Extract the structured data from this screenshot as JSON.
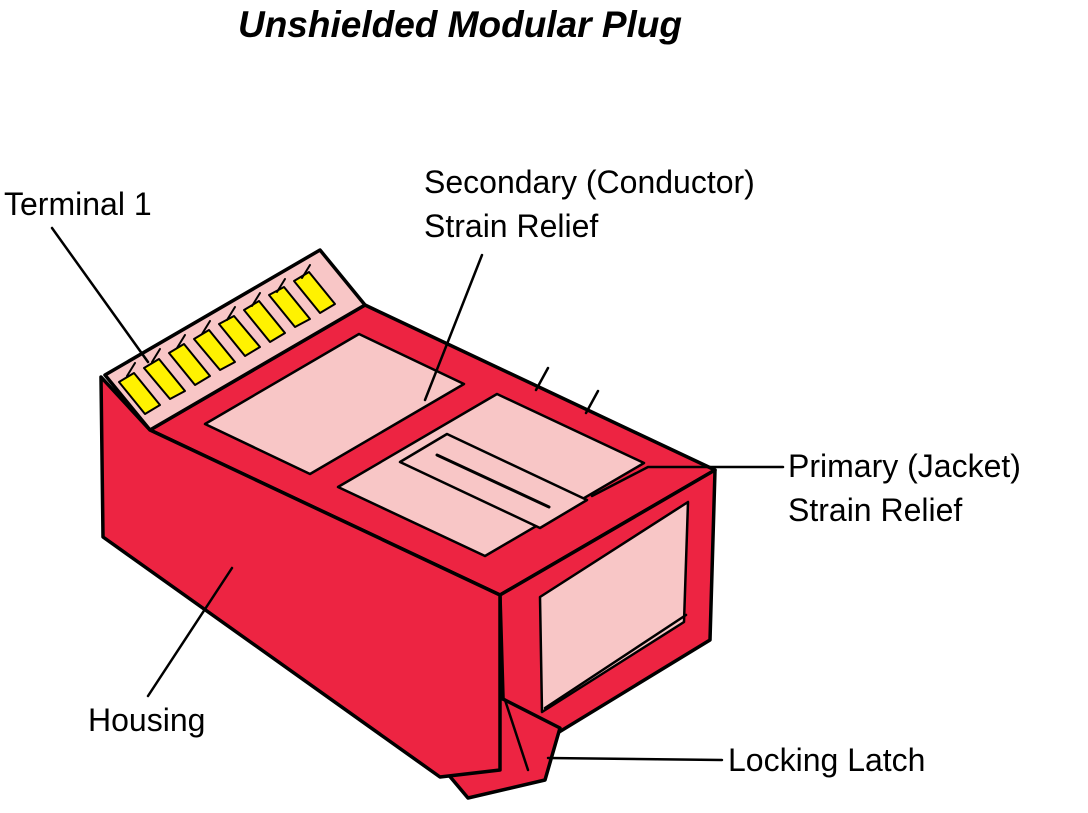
{
  "title": "Unshielded Modular Plug",
  "labels": {
    "terminal": "Terminal 1",
    "secondary": "Secondary (Conductor)\nStrain Relief",
    "primary": "Primary (Jacket)\nStrain Relief",
    "housing": "Housing",
    "locking_latch": "Locking Latch"
  },
  "plug": {
    "terminal_count": 8
  },
  "colors": {
    "plug_red": "#ED2442",
    "plug_pink": "#F8C6C6",
    "terminal_yellow": "#FFF200",
    "outline_black": "#000000",
    "background": "#FFFFFF"
  }
}
